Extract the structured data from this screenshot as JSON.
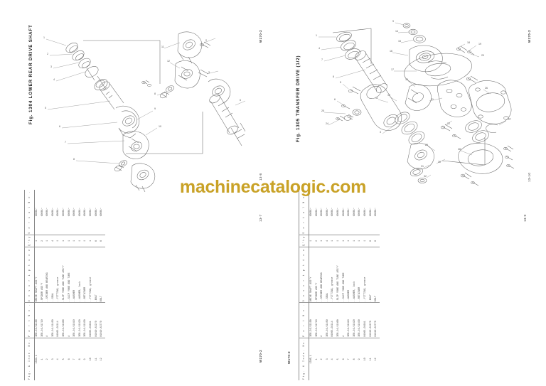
{
  "document": {
    "type": "parts-catalog-scan",
    "watermark": "machinecatalogic.com",
    "watermark_color": "#c9a227"
  },
  "pages": [
    {
      "id": "left",
      "figure_label": "Fig. 1304",
      "figure_title": "LOWER REAR DRIVE SHAFT",
      "title_full": "Fig. 1304   LOWER REAR DRIVE SHAFT",
      "model_code": "W170-2",
      "page_number_top": "13-8",
      "page_number_bottom": "13-7",
      "footer_code": "W170-2",
      "table": {
        "headers": [
          "Fig. & Inde. No.",
          "P a r t   N o .",
          "D e s c r i p t i o n",
          "Q'ty",
          "S e r i a l   N o ."
        ],
        "rows": [
          {
            "fig": "1304-1",
            "part": "3EB-36-51100",
            "desc": "DRIVE SHAFT ASS'Y",
            "indent": 0,
            "qty": "1",
            "serial": "60001~"
          },
          {
            "fig": "1",
            "part": "3EB-36-51710",
            "desc": ".SPIDER ASS'Y",
            "indent": 1,
            "qty": "2",
            "serial": "60001~"
          },
          {
            "fig": "2",
            "part": "#",
            "desc": "..SPIDER AND BEARING",
            "indent": 2,
            "qty": "1",
            "serial": "60001~"
          },
          {
            "fig": "3",
            "part": "3EB-36-51450",
            "desc": "..SEAL",
            "indent": 2,
            "qty": "4",
            "serial": "60001~"
          },
          {
            "fig": "4",
            "part": "04065-02114",
            "desc": "..FITTING, grease",
            "indent": 2,
            "qty": "1",
            "serial": "60001~"
          },
          {
            "fig": "5",
            "part": "3EB-36-51600",
            "desc": ".SLIP YOKE AND TUBE ASS'Y",
            "indent": 1,
            "qty": "1",
            "serial": "60001~"
          },
          {
            "fig": "6",
            "part": "#",
            "desc": "..SLIP YOKE AND TUBE",
            "indent": 2,
            "qty": "1",
            "serial": "60001~"
          },
          {
            "fig": "7",
            "part": "3EB-36-51610",
            "desc": "..WASHER",
            "indent": 2,
            "qty": "1",
            "serial": "60001~"
          },
          {
            "fig": "8",
            "part": "3EB-36-51620",
            "desc": "..WASHER, lock",
            "indent": 2,
            "qty": "1",
            "serial": "60001~"
          },
          {
            "fig": "9",
            "part": "3EB-36-51630",
            "desc": "..RETAINER",
            "indent": 2,
            "qty": "1",
            "serial": "60001~"
          },
          {
            "fig": "10",
            "part": "04065-03661",
            "desc": "..FITTING, grease",
            "indent": 2,
            "qty": "1",
            "serial": "60001~"
          },
          {
            "fig": "11",
            "part": "01010-82270",
            "desc": ".BOLT",
            "indent": 1,
            "qty": "8",
            "serial": "60001~"
          },
          {
            "fig": "12",
            "part": "01010-82770",
            "desc": "BOLT",
            "indent": 0,
            "qty": "8",
            "serial": "60001~"
          }
        ]
      }
    },
    {
      "id": "right",
      "figure_label": "Fig. 1305",
      "figure_title": "TRANSFER DRIVE (1/2)",
      "title_full": "Fig. 1305   TRANSFER DRIVE (1/2)",
      "model_code": "W170-2",
      "page_number_top": "13-10",
      "page_number_bottom": "13-9",
      "footer_code": "W170-2",
      "table": {
        "headers": [
          "Fig. & Inde. No.",
          "P a r t   N o .",
          "D e s c r i p t i o n",
          "Q'ty",
          "S e r i a l   N o ."
        ],
        "rows": [
          {
            "fig": "1305-1",
            "part": "3EB-36-51100",
            "desc": "DRIVE SHAFT ASS'Y",
            "indent": 0,
            "qty": "1",
            "serial": "60001~"
          },
          {
            "fig": "1",
            "part": "3EB-36-51710",
            "desc": ".SPIDER ASS'Y",
            "indent": 1,
            "qty": "2",
            "serial": "60001~"
          },
          {
            "fig": "2",
            "part": "#",
            "desc": "..SPIDER AND BEARING",
            "indent": 2,
            "qty": "1",
            "serial": "60001~"
          },
          {
            "fig": "3",
            "part": "3EB-36-51450",
            "desc": "..SEAL",
            "indent": 2,
            "qty": "4",
            "serial": "60001~"
          },
          {
            "fig": "4",
            "part": "04065-02114",
            "desc": "..FITTING, grease",
            "indent": 2,
            "qty": "1",
            "serial": "60001~"
          },
          {
            "fig": "5",
            "part": "3EB-36-51600",
            "desc": ".SLIP YOKE AND TUBE ASS'Y",
            "indent": 1,
            "qty": "1",
            "serial": "60001~"
          },
          {
            "fig": "6",
            "part": "#",
            "desc": "..SLIP YOKE AND TUBE",
            "indent": 2,
            "qty": "1",
            "serial": "60001~"
          },
          {
            "fig": "7",
            "part": "3EB-36-51610",
            "desc": "..WASHER",
            "indent": 2,
            "qty": "1",
            "serial": "60001~"
          },
          {
            "fig": "8",
            "part": "3EB-36-51620",
            "desc": "..WASHER, lock",
            "indent": 2,
            "qty": "1",
            "serial": "60001~"
          },
          {
            "fig": "9",
            "part": "3EB-36-51630",
            "desc": "..RETAINER",
            "indent": 2,
            "qty": "1",
            "serial": "60001~"
          },
          {
            "fig": "10",
            "part": "04065-03661",
            "desc": "..FITTING, grease",
            "indent": 2,
            "qty": "1",
            "serial": "60001~"
          },
          {
            "fig": "11",
            "part": "01010-82270",
            "desc": ".BOLT",
            "indent": 1,
            "qty": "8",
            "serial": "60001~"
          },
          {
            "fig": "12",
            "part": "01010-82770",
            "desc": "BOLT",
            "indent": 0,
            "qty": "8",
            "serial": "60001~"
          }
        ]
      }
    }
  ],
  "diagrams": {
    "left": {
      "name": "lower-rear-drive-shaft-exploded-view",
      "callouts": [
        "1",
        "2",
        "3",
        "4",
        "5",
        "6",
        "7",
        "8",
        "9",
        "10",
        "11",
        "12"
      ]
    },
    "right": {
      "name": "transfer-drive-exploded-view",
      "callouts": [
        "1",
        "2",
        "3",
        "4",
        "5",
        "6",
        "7",
        "8",
        "9",
        "10",
        "11",
        "12",
        "13",
        "14",
        "15",
        "16",
        "17",
        "18",
        "19",
        "20",
        "21",
        "22",
        "23",
        "24",
        "25",
        "26",
        "27",
        "28",
        "29",
        "30",
        "31",
        "32"
      ]
    }
  }
}
